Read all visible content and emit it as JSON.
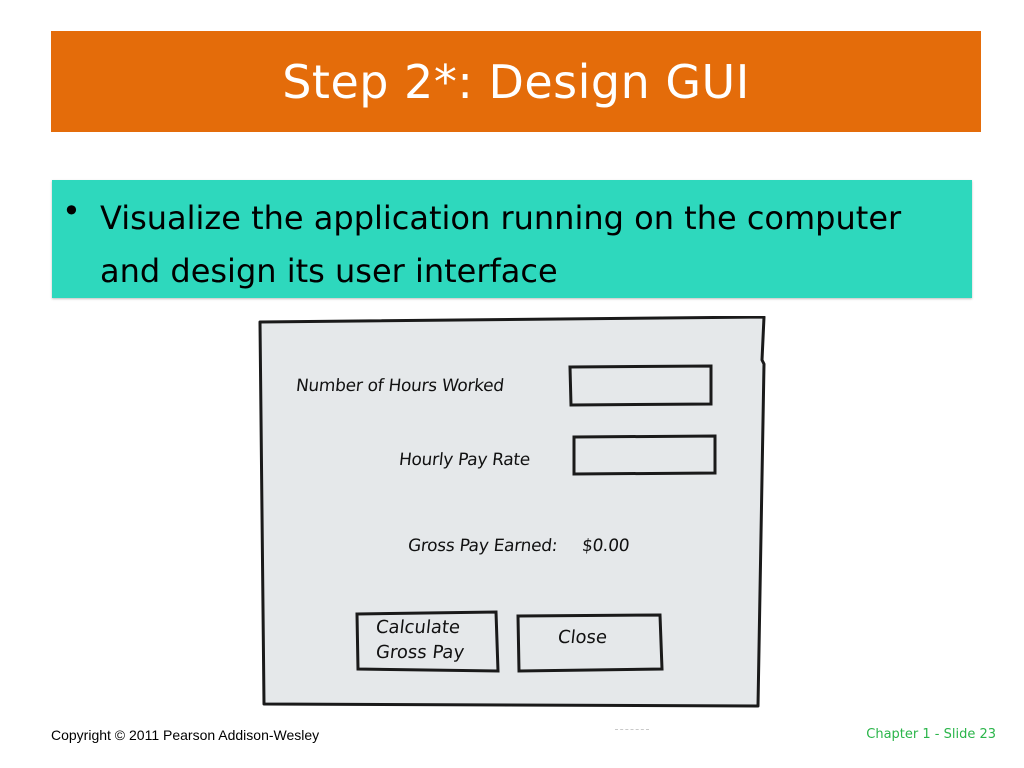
{
  "slide": {
    "title": "Step 2*: Design GUI",
    "bullet_symbol": "•",
    "bullet_text": "Visualize the application running on the computer and design its user interface",
    "colors": {
      "title_bg": "#e46c0a",
      "bullet_bg": "#2ed8bd",
      "footer_right": "#2bb54a"
    }
  },
  "sketch": {
    "hours_label": "Number of Hours Worked",
    "rate_label": "Hourly Pay Rate",
    "gross_label": "Gross Pay Earned:",
    "gross_value": "$0.00",
    "calculate_label_line1": "Calculate",
    "calculate_label_line2": "Gross Pay",
    "close_label": "Close"
  },
  "footer": {
    "copyright": "Copyright © 2011 Pearson Addison-Wesley",
    "slide_number": "Chapter 1 - Slide 23"
  }
}
